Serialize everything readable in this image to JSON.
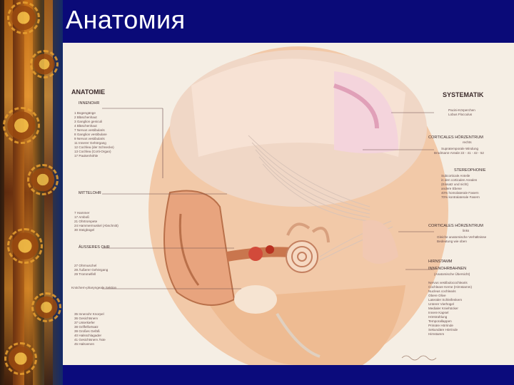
{
  "slide": {
    "title": "Анатомия"
  },
  "poster": {
    "left_heading": "ANATOMIE",
    "innenohr_heading": "INNENOHR",
    "innenohr_items": [
      "1  Bogengänge",
      "2  Bläschenhaut",
      "3  Ganglion geniculi",
      "4  Bläschenhaut",
      "7  Nervus vestibularis",
      "8  Ganglion vestibulare",
      "9  Nervus vestibularis",
      "11 Innerer Gehörgang",
      "12 Cochlea (der Schnecke)",
      "13 Cochlea (Corti-Organ)",
      "17 Paukenhöhle"
    ],
    "mittelohr_heading": "MITTELOHR",
    "mittelohr_items": [
      "7  Hammer",
      "17 Amboß",
      "21 Ohrtrompete",
      "24 Hammermuskel (Abschnitt)",
      "30 Steigbügel"
    ],
    "ausseres_heading": "ÄUSSERES OHR",
    "ausseres_items": [
      "27 Ohrmuschel",
      "28 Äußerer Gehörgang",
      "29 Trommelfell"
    ],
    "bottom_heading": "Knöchern-pharyngeale Sektion",
    "bottom_items": [
      "35 Innenohr Knorpel",
      "36 Gesichtsnerv",
      "37 Unterkiefer",
      "38 Griffelfortsatz",
      "39 Großes Gefäß",
      "40 Halsschlagader",
      "41 Gesichtsnerv Äste",
      "45 Halsvenen"
    ],
    "right_heading": "SYSTEMATIK",
    "systematik_items": [
      "Pacini-Körperchen",
      "Lobus Flocculus"
    ],
    "cortical_left_heading": "CORTICALES HÖRZENTRUM",
    "cortical_left_sub": "rechts",
    "cortical_left_items": [
      "Supratemporale Windung",
      "Brodmann-Areale 22 - 41 - 42 - 52"
    ],
    "stereophonie_heading": "STEREOPHONIE",
    "stereophonie_items": [
      "Subcorticale Anteile",
      "in den corticalen Arealen",
      "(Einsatz und nicht)",
      "andere Ebene",
      "40% homolaterale Fasern",
      "70% kontralaterale Fasern"
    ],
    "cortical_right_heading": "CORTICALES HÖRZENTRUM",
    "cortical_right_sub": "links",
    "cortical_right_items": [
      "Gleiche anatomische Verhältnisse",
      "Bedeutung wie oben"
    ],
    "hirnstamm_heading": "HIRNSTAMM",
    "hirnstamm_sub": "INNENOHRBAHNEN",
    "hirnstamm_note": "(Anatomische Übersicht)",
    "hirnstamm_items": [
      "Nervus vestibulocochlearis",
      "Cochleare Kerne (Hirnstamm)",
      "Nucleus cochlearis",
      "Obere Olive",
      "Lateraler Schleifenkern",
      "Unterer Vierhügel",
      "Medialer Kniehöcker",
      "Innere Kapsel",
      "Hörstrahlung",
      "Temporallappen",
      "Primäre Hörrinde",
      "Sekundäre Hörrinde",
      "Hirnstamm"
    ],
    "signature": "(signature)"
  }
}
